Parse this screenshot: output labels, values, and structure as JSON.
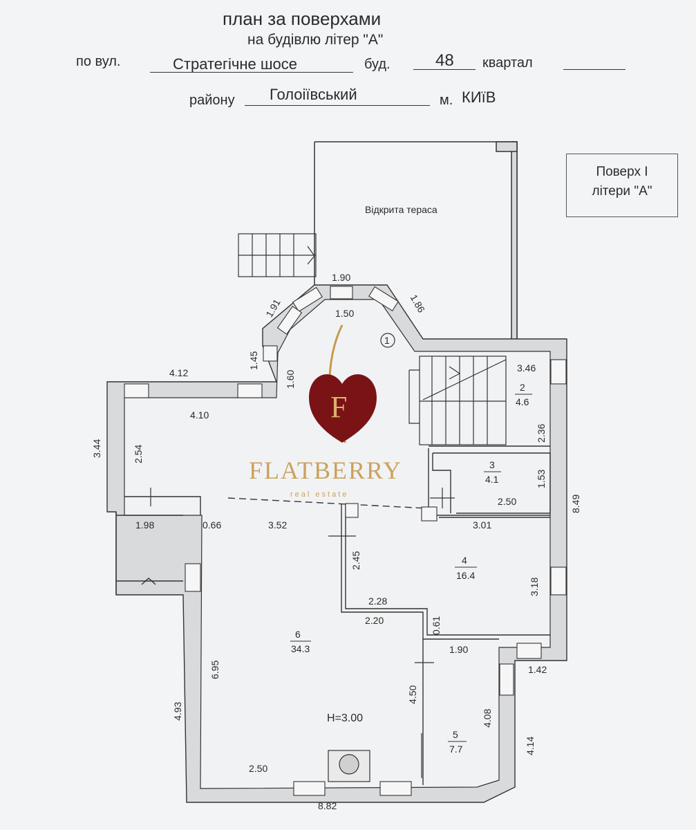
{
  "header": {
    "title": "план за поверхами",
    "subtitle": "на будівлю літер \"А\"",
    "street_label": "по вул.",
    "street": "Стратегічне шосе",
    "building_label": "буд.",
    "building": "48",
    "block_label": "квартал",
    "district_label": "району",
    "district": "Голоіївський",
    "city_label": "м.",
    "city": "КИїВ"
  },
  "floor_box": {
    "line1": "Поверх І",
    "line2": "літери \"А\""
  },
  "terrace": "Відкрита тераса",
  "height": "H=3.00",
  "marker": "1",
  "watermark": {
    "brand": "FLATBERRY",
    "tagline": "real estate",
    "logo_letter": "F"
  },
  "rooms": [
    {
      "num": "2",
      "area": "4.6"
    },
    {
      "num": "3",
      "area": "4.1"
    },
    {
      "num": "4",
      "area": "16.4"
    },
    {
      "num": "5",
      "area": "7.7"
    },
    {
      "num": "6",
      "area": "34.3"
    }
  ],
  "dims": {
    "d190a": "1.90",
    "d191": "1.91",
    "d186": "1.86",
    "d150": "1.50",
    "d145": "1.45",
    "d160": "1.60",
    "d412": "4.12",
    "d410": "4.10",
    "d344": "3.44",
    "d254": "2.54",
    "d346": "3.46",
    "d236": "2.36",
    "d153": "1.53",
    "d250a": "2.50",
    "d849": "8.49",
    "d198": "1.98",
    "d066": "0.66",
    "d352": "3.52",
    "d301": "3.01",
    "d245": "2.45",
    "d318": "3.18",
    "d228": "2.28",
    "d220": "2.20",
    "d061": "0.61",
    "d190b": "1.90",
    "d142": "1.42",
    "d695": "6.95",
    "d450": "4.50",
    "d408": "4.08",
    "d493": "4.93",
    "d414": "4.14",
    "d250b": "2.50",
    "d882": "8.82"
  }
}
